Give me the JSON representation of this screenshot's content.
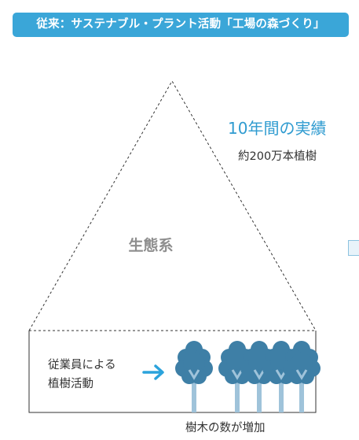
{
  "header": {
    "title": "従来：サステナブル・プラント活動「工場の森づくり」"
  },
  "result": {
    "title": "10年間の実績",
    "subtitle": "約200万本植樹"
  },
  "pyramid": {
    "label": "生態系"
  },
  "activity": {
    "line1": "従業員による",
    "line2": "植樹活動"
  },
  "trees": {
    "caption": "樹木の数が増加"
  },
  "colors": {
    "header_bg": "#3aa6d8",
    "accent_text": "#2f9bd0",
    "arrow": "#2ba3dc",
    "tree_crown": "#3e7fa6",
    "tree_trunk": "#9fc3da",
    "outline": "#333333"
  },
  "icons": [
    "arrow-right-icon",
    "tree-icon"
  ]
}
